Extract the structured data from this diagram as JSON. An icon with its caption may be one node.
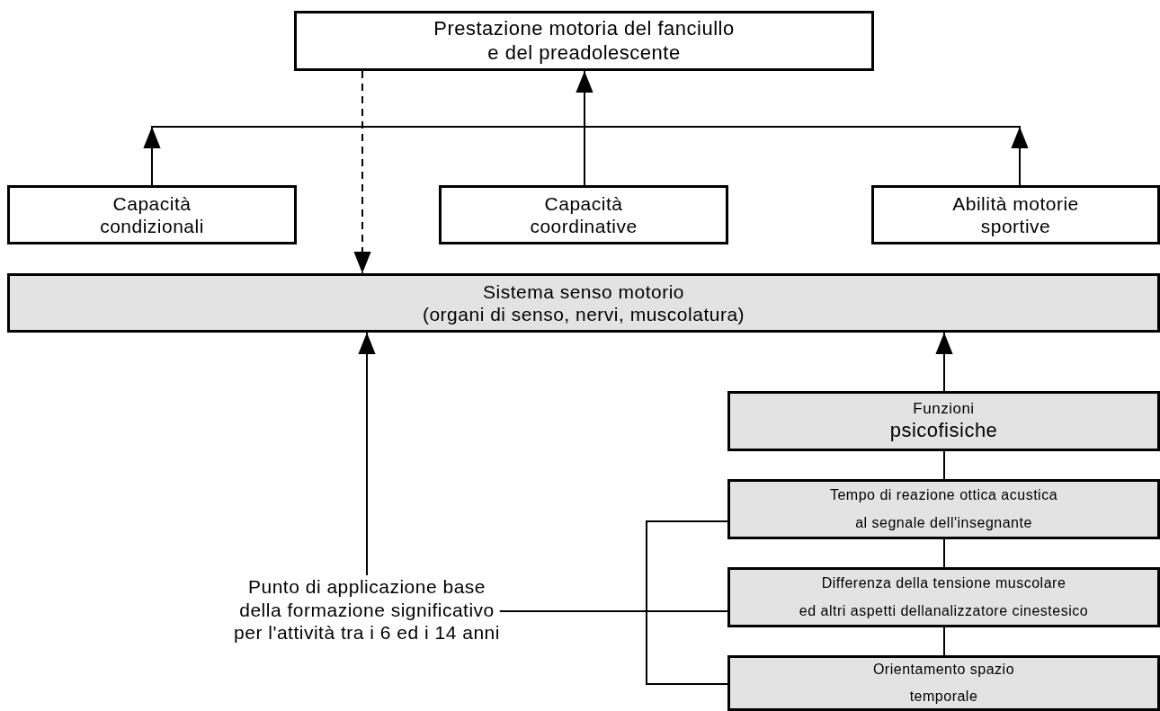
{
  "diagram": {
    "nodes": [
      {
        "text": [
          "Prestazione motoria del fanciullo e del preadolescente"
        ]
      },
      {
        "text": [
          "Capacità condizionali"
        ]
      },
      {
        "text": [
          "Capacità coordinative"
        ]
      },
      {
        "text": [
          "Abilità motorie sportive"
        ]
      },
      {
        "text": [
          "Sistema senso motorio (organi di senso, nervi, muscolatura)"
        ]
      },
      {
        "text": [
          "Funzioni",
          "psicofisiche"
        ]
      },
      {
        "text": [
          "Tempo di reazione ottica acustica al segnale dell'insegnante"
        ]
      },
      {
        "text": [
          "Differenza della tensione muscolare ed altri aspetti dellanalizzatore cinestesico"
        ]
      },
      {
        "text": [
          "Orientamento spazio temporale"
        ]
      },
      {
        "text": [
          "Punto di applicazione base della formazione significativo per l'attività tra i 6 ed i 14 anni"
        ]
      }
    ],
    "edges": [
      {
        "from": 1,
        "to": 0,
        "arrow": "to"
      },
      {
        "from": 2,
        "to": 0,
        "arrow": "to"
      },
      {
        "from": 3,
        "to": 0,
        "arrow": "to"
      },
      {
        "from": 0,
        "to": 4,
        "arrow": "to",
        "style": "dashed"
      },
      {
        "from": 9,
        "to": 4,
        "arrow": "to"
      },
      {
        "from": 5,
        "to": 4,
        "arrow": "to"
      },
      {
        "from": 6,
        "to": 5,
        "arrow": "none"
      },
      {
        "from": 7,
        "to": 6,
        "arrow": "none"
      },
      {
        "from": 8,
        "to": 7,
        "arrow": "none"
      },
      {
        "from": 9,
        "to": 6,
        "arrow": "none"
      },
      {
        "from": 9,
        "to": 7,
        "arrow": "none"
      },
      {
        "from": 9,
        "to": 8,
        "arrow": "none"
      }
    ]
  }
}
